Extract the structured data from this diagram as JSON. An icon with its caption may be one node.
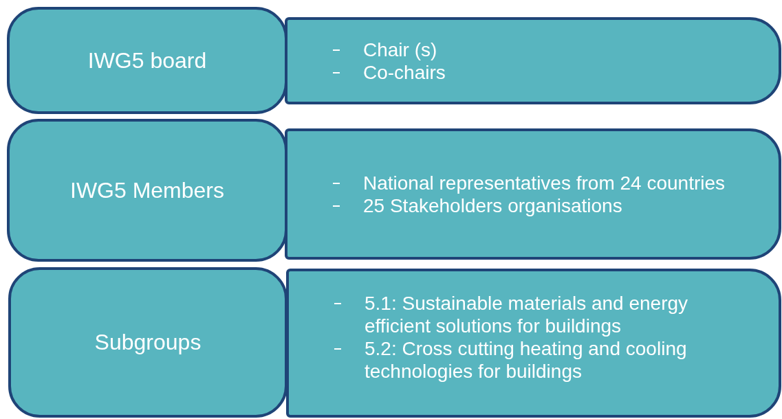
{
  "diagram": {
    "nodes": [
      {
        "text": [
          "IWG5 board"
        ]
      },
      {
        "text": [
          "Chair (s)",
          "Co-chairs"
        ]
      },
      {
        "text": [
          "IWG5 Members"
        ]
      },
      {
        "text": [
          "National representatives from 24 countries",
          "25 Stakeholders organisations"
        ]
      },
      {
        "text": [
          "Subgroups"
        ]
      },
      {
        "text": [
          "5.1: Sustainable materials and energy efficient solutions for buildings",
          "5.2: Cross cutting heating and cooling technologies for buildings"
        ]
      }
    ]
  }
}
